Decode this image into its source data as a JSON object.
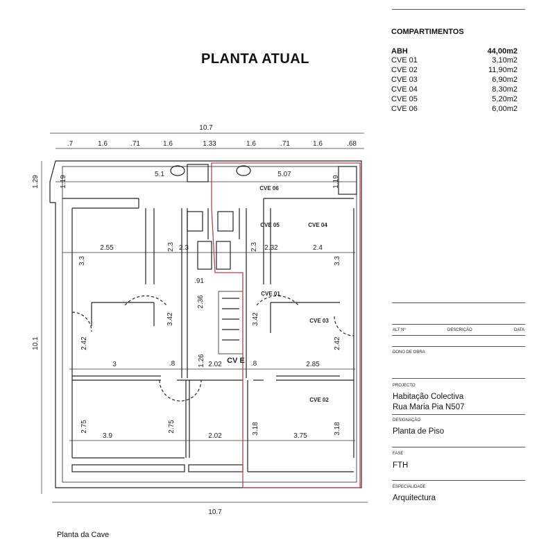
{
  "title": "PLANTA ATUAL",
  "caption": "Planta da Cave",
  "compartments": {
    "heading": "COMPARTIMENTOS",
    "rows": [
      {
        "name": "ABH",
        "area": "44,00m2"
      },
      {
        "name": "CVE 01",
        "area": "3,10m2"
      },
      {
        "name": "CVE 02",
        "area": "11,90m2"
      },
      {
        "name": "CVE 03",
        "area": "6,90m2"
      },
      {
        "name": "CVE 04",
        "area": "8,30m2"
      },
      {
        "name": "CVE 05",
        "area": "5,20m2"
      },
      {
        "name": "CVE 06",
        "area": "6,00m2"
      }
    ]
  },
  "title_block": {
    "col_alt": "ALT Nº",
    "col_desc": "DESCRIÇÃO",
    "col_data": "DATA",
    "dono_label": "DONO DE OBRA",
    "projecto_label": "PROJECTO",
    "projecto_line1": "Habitação Colectiva",
    "projecto_line2": "Rua Maria Pia N507",
    "designacao_label": "DESIGNAÇÃO",
    "designacao": "Planta de Piso",
    "fase_label": "FASE",
    "fase": "FTH",
    "especialidade_label": "ESPECIALIDADE",
    "especialidade": "Arquitectura"
  },
  "plan": {
    "colors": {
      "line": "#222222",
      "highlight": "#b0474f"
    },
    "rooms": {
      "cve01": "CVE 01",
      "cve02": "CVE 02",
      "cve03": "CVE 03",
      "cve04": "CVE 04",
      "cve05": "CVE 05",
      "cve06": "CVE 06",
      "cve_e": "CV E"
    },
    "dims": {
      "top_total": "10.7",
      "top": [
        ".7",
        "1.6",
        ".71",
        "1.6",
        "1.33",
        "1.6",
        ".71",
        "1.6",
        ".68"
      ],
      "left_top": "1.29",
      "left_total": "10.1",
      "bottom_total": "10.7",
      "d119a": "1.19",
      "d51": "5.1",
      "d507": "5.07",
      "d119b": "1.19",
      "d255": "2.55",
      "d33a": "3.3",
      "d23a": "2.3",
      "d23b": "2.3",
      "d23c": "2.3",
      "d232": "2.32",
      "d24": "2.4",
      "d33b": "3.3",
      "d091": ".91",
      "d236": "2.36",
      "d342a": "3.42",
      "d342b": "3.42",
      "d242a": "2.42",
      "d242b": "2.42",
      "d3": "3",
      "d08a": ".8",
      "d126": "1.26",
      "d202a": "2.02",
      "d08b": ".8",
      "d285": "2.85",
      "d275a": "2.75",
      "d275b": "2.75",
      "d39": "3.9",
      "d202b": "2.02",
      "d318a": "3.18",
      "d375": "3.75",
      "d318b": "3.18"
    }
  }
}
